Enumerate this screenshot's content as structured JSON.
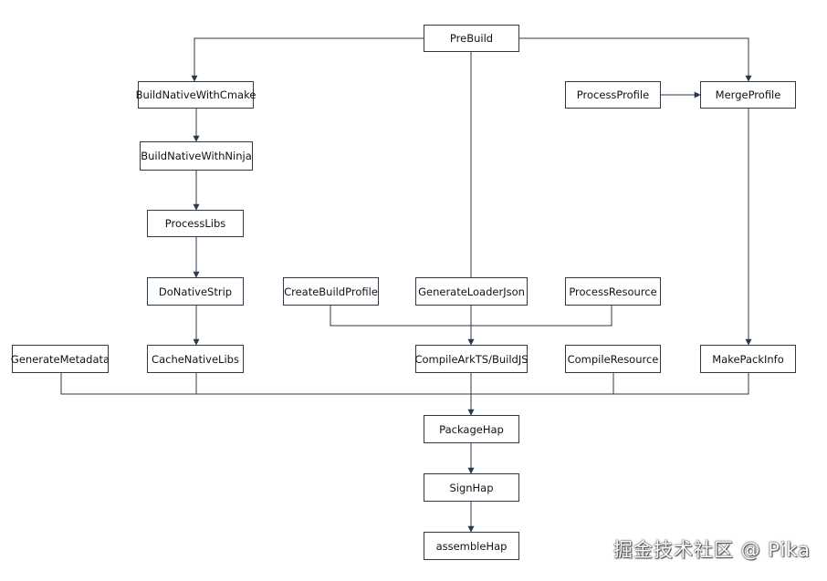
{
  "diagram": {
    "nodes": {
      "prebuild": "PreBuild",
      "build_native_cmake": "BuildNativeWithCmake",
      "build_native_ninja": "BuildNativeWithNinja",
      "process_libs": "ProcessLibs",
      "do_native_strip": "DoNativeStrip",
      "cache_native_libs": "CacheNativeLibs",
      "generate_metadata": "GenerateMetadata",
      "create_build_profile": "CreateBuildProfile",
      "generate_loader_json": "GenerateLoaderJson",
      "process_resource": "ProcessResource",
      "compile_arkts": "CompileArkTS/BuildJS",
      "compile_resource": "CompileResource",
      "process_profile": "ProcessProfile",
      "merge_profile": "MergeProfile",
      "make_pack_info": "MakePackInfo",
      "package_hap": "PackageHap",
      "sign_hap": "SignHap",
      "assemble_hap": "assembleHap"
    },
    "edges": [
      [
        "prebuild",
        "build_native_cmake"
      ],
      [
        "prebuild",
        "generate_loader_json"
      ],
      [
        "prebuild",
        "merge_profile"
      ],
      [
        "process_profile",
        "merge_profile"
      ],
      [
        "build_native_cmake",
        "build_native_ninja"
      ],
      [
        "build_native_ninja",
        "process_libs"
      ],
      [
        "process_libs",
        "do_native_strip"
      ],
      [
        "do_native_strip",
        "cache_native_libs"
      ],
      [
        "create_build_profile",
        "compile_arkts"
      ],
      [
        "generate_loader_json",
        "compile_arkts"
      ],
      [
        "process_resource",
        "compile_arkts"
      ],
      [
        "merge_profile",
        "make_pack_info"
      ],
      [
        "generate_metadata",
        "package_hap"
      ],
      [
        "cache_native_libs",
        "package_hap"
      ],
      [
        "compile_arkts",
        "package_hap"
      ],
      [
        "compile_resource",
        "package_hap"
      ],
      [
        "make_pack_info",
        "package_hap"
      ],
      [
        "package_hap",
        "sign_hap"
      ],
      [
        "sign_hap",
        "assemble_hap"
      ]
    ]
  },
  "watermark": "掘金技术社区 @ Pika",
  "colors": {
    "line": "#2b3a4a",
    "border": "#2b3a4a",
    "text": "#111111"
  }
}
